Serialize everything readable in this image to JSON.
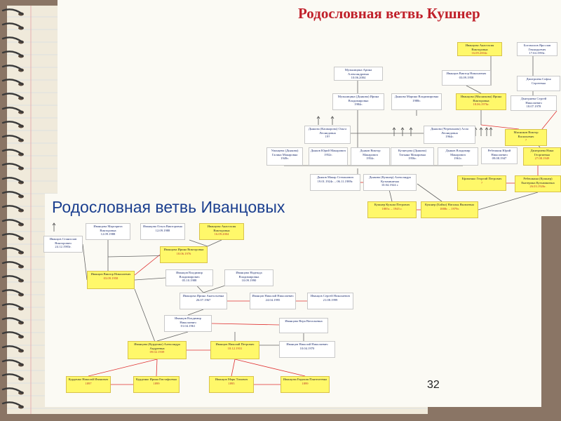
{
  "colors": {
    "background": "#8a7565",
    "page": "#f7f3e8",
    "title_red": "#c0202a",
    "title_blue": "#1b3f8f",
    "highlight": "#fff86a",
    "name_blue": "#1f2f6e",
    "date_red": "#c0392b",
    "link_red": "#e03030"
  },
  "kushner": {
    "title": "Родословная ветвь Кушнер",
    "people": [
      {
        "name": "Иванцова Анастасия Викторовна",
        "date": "16.09.2004г.",
        "hl": true
      },
      {
        "name": "Богомолов Ярослав Геннадьевич",
        "date": "17.04.1993г.",
        "hl": false
      },
      {
        "name": "Мульницина Арина Александровна",
        "date": "10.06.2004",
        "hl": false
      },
      {
        "name": "Иванцов Виктор Николаевич",
        "date": "03.09.1958",
        "hl": false
      },
      {
        "name": "Дмитриева Софья Сергеевна",
        "date": "",
        "hl": false
      },
      {
        "name": "Мульницина (Дьякова) Ирина Владимировна",
        "date": "1984г.",
        "hl": false
      },
      {
        "name": "Дьякова Марина Владимировна",
        "date": "1988г.",
        "hl": false
      },
      {
        "name": "Иванцова (Мясникова) Ирина Викторовна",
        "date": "18.06.1976г.",
        "hl": true
      },
      {
        "name": "Дмитриева Сергей Николаевич",
        "date": "18.07.1978",
        "hl": false
      },
      {
        "name": "Дьякова (Кашкарова) Ольга Леонидовна",
        "date": "19?",
        "hl": false
      },
      {
        "name": "Дьякова (Черепанова) Алла Леонидовна",
        "date": "1964г.",
        "hl": false
      },
      {
        "name": "Мясников Виктор Васильевич",
        "date": "?",
        "hl": true
      },
      {
        "name": "Уманцева (Дьякова) Галина Макаровна",
        "date": "1949г.",
        "hl": false
      },
      {
        "name": "Дьяков Юрий Макарович",
        "date": "1952г.",
        "hl": false
      },
      {
        "name": "Дьяков Виктор Макарович",
        "date": "1954г.",
        "hl": false
      },
      {
        "name": "Кузнецова (Дьякова) Татьяна Макаровна",
        "date": "1956г.",
        "hl": false
      },
      {
        "name": "Дьяков Владимир Макарович",
        "date": "1961г.",
        "hl": false
      },
      {
        "name": "Ребешкин Юрий Николаевич",
        "date": "09.08.1947",
        "hl": false
      },
      {
        "name": "Дмитриева Нина Георгиевна",
        "date": "27.08.1949",
        "hl": true
      },
      {
        "name": "Дьяков Макар Степанович",
        "date": "19.01.1924г. – 06.11.1989г.",
        "hl": false
      },
      {
        "name": "Дьякова (Кушнер) Александра Кузьминична",
        "date": "10.04.1924 г.",
        "hl": false
      },
      {
        "name": "Ефименко Георгий Петрович",
        "date": "?",
        "hl": true
      },
      {
        "name": "Ребешкина (Кушнер) Екатерина Кузьминична",
        "date": "26.03.1926г.",
        "hl": true
      },
      {
        "name": "Кушнер Кузьма Петрович",
        "date": "1885г. – 1945 г.",
        "hl": true
      },
      {
        "name": "Кушнер (Бойко) Наталья Яковлевна",
        "date": "1888г. – 1979г.",
        "hl": true
      }
    ]
  },
  "ivantsov": {
    "title": "Родословная ветвь Иванцовых",
    "people": [
      {
        "name": "Иванцова Маргарита Викторовна",
        "date": "12.09.1988",
        "hl": false
      },
      {
        "name": "Иванцова Ольга Викторовна",
        "date": "12.09.1988",
        "hl": false
      },
      {
        "name": "Иванцова Анастасия Викторовна",
        "date": "16.09.2004",
        "hl": true
      },
      {
        "name": "Иванцов Станислав Викторович",
        "date": "24.12.1983г.",
        "hl": false
      },
      {
        "name": "Иванцова Ирина Викторовна",
        "date": "18.06.1976",
        "hl": true
      },
      {
        "name": "Иванцов Виктор Николаевич",
        "date": "03.09.1958",
        "hl": true
      },
      {
        "name": "Иванцов Владимир Владимирович",
        "date": "05.10.1988",
        "hl": false
      },
      {
        "name": "Иванцова Надежда Владимировна",
        "date": "10.09.1990",
        "hl": false
      },
      {
        "name": "Иванцова Ирина Анатольевна",
        "date": "26.07.1967",
        "hl": false
      },
      {
        "name": "Иванцов Николай Николаевич",
        "date": "24.04.1995",
        "hl": false
      },
      {
        "name": "Иванцов Сергей Николаевич",
        "date": "21.08.1999",
        "hl": false
      },
      {
        "name": "Иванцов Владимир Николаевич",
        "date": "01.04.1961",
        "hl": false
      },
      {
        "name": "Иванцова Вера Витальевна",
        "date": "",
        "hl": false
      },
      {
        "name": "Иванцова (Курденко) Александра Андреевна",
        "date": "09.02.1939",
        "hl": true
      },
      {
        "name": "Иванцов Николай Петрович",
        "date": "18.12.1931",
        "hl": true
      },
      {
        "name": "Иванцов Николай Николаевич",
        "date": "10.04.1970",
        "hl": false
      },
      {
        "name": "Курденко Николай Иванович",
        "date": "1897",
        "hl": true
      },
      {
        "name": "Курденко Ирина Евстафьевна",
        "date": "1899",
        "hl": true
      },
      {
        "name": "Иванцов Марк Тихович",
        "date": "1895",
        "hl": true
      },
      {
        "name": "Иванцова Евдокия Пантелеевна",
        "date": "1899",
        "hl": true
      }
    ]
  },
  "slide_number": "32"
}
